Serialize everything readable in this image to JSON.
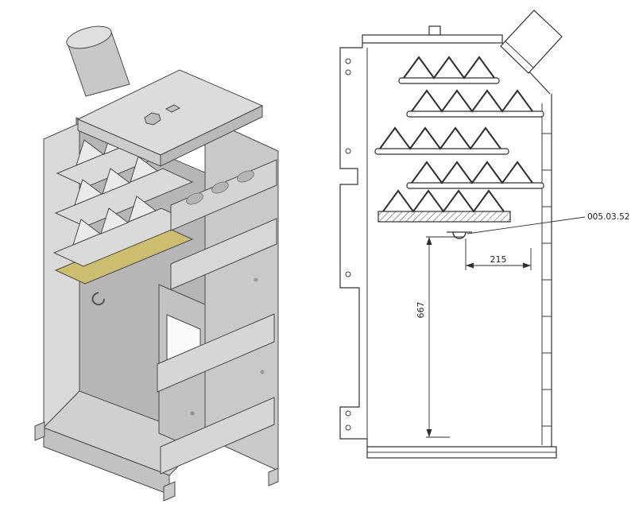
{
  "colors": {
    "line": "#333333",
    "metal_light": "#dcdcdc",
    "metal_mid": "#c9c9c9",
    "metal_dark": "#b6b6b6",
    "accent_yellow": "#ccbd6f",
    "background": "#ffffff"
  },
  "annotations": {
    "part_number": "005.03.52",
    "dim_width": "215",
    "dim_height": "667"
  }
}
